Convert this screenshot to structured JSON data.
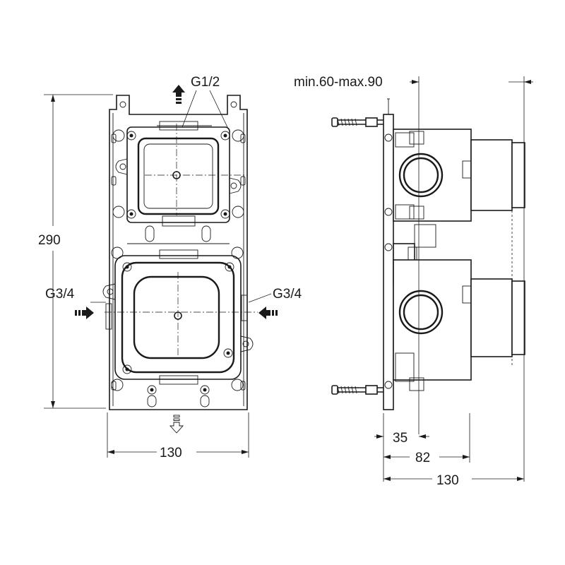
{
  "labels": {
    "g_half": "G1/2",
    "g_left": "G3/4",
    "g_right": "G3/4",
    "min_max": "min.60-max.90",
    "height_front": "290",
    "width_front": "130",
    "depth_35": "35",
    "depth_82": "82",
    "depth_130": "130"
  }
}
